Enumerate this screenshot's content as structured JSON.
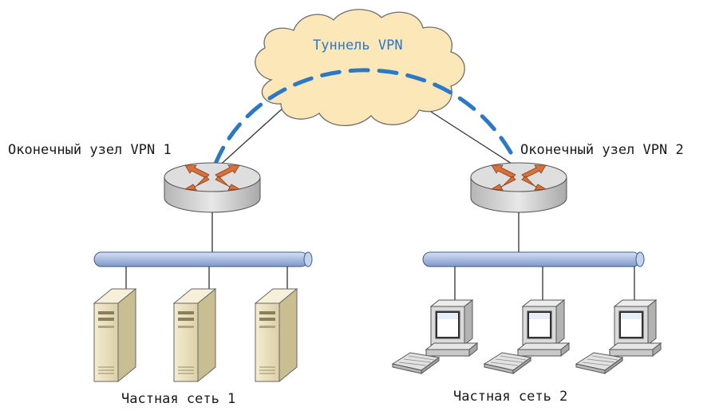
{
  "tunnel": {
    "label": "Туннель VPN"
  },
  "endpoints": [
    {
      "label": "Оконечный узел VPN 1"
    },
    {
      "label": "Оконечный узел VPN 2"
    }
  ],
  "networks": [
    {
      "label": "Частная сеть 1",
      "device_type": "server",
      "device_count": 3
    },
    {
      "label": "Частная сеть 2",
      "device_type": "workstation",
      "device_count": 3
    }
  ],
  "colors": {
    "cloud_fill": "#fbe7b8",
    "cloud_stroke": "#6d6d6d",
    "tunnel": "#2a78c8",
    "bus_fill": "#a8bde0",
    "router_top": "#d9d9d9",
    "router_arrows": "#d9703a"
  },
  "icons": {
    "cloud": "cloud-icon",
    "router": "router-icon",
    "server": "server-icon",
    "workstation": "workstation-icon"
  }
}
